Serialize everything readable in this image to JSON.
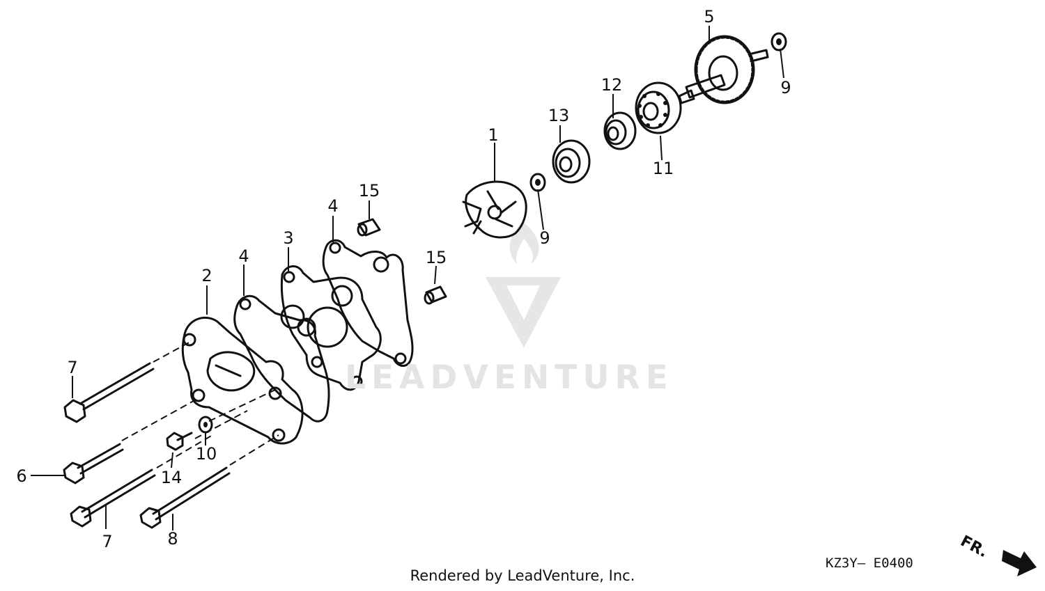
{
  "diagram": {
    "callouts": [
      {
        "id": "c1",
        "text": "1"
      },
      {
        "id": "c2",
        "text": "2"
      },
      {
        "id": "c3",
        "text": "3"
      },
      {
        "id": "c4a",
        "text": "4"
      },
      {
        "id": "c4b",
        "text": "4"
      },
      {
        "id": "c5",
        "text": "5"
      },
      {
        "id": "c6",
        "text": "6"
      },
      {
        "id": "c7a",
        "text": "7"
      },
      {
        "id": "c7b",
        "text": "7"
      },
      {
        "id": "c8",
        "text": "8"
      },
      {
        "id": "c9a",
        "text": "9"
      },
      {
        "id": "c9b",
        "text": "9"
      },
      {
        "id": "c10",
        "text": "10"
      },
      {
        "id": "c11",
        "text": "11"
      },
      {
        "id": "c12",
        "text": "12"
      },
      {
        "id": "c13",
        "text": "13"
      },
      {
        "id": "c14",
        "text": "14"
      },
      {
        "id": "c15a",
        "text": "15"
      },
      {
        "id": "c15b",
        "text": "15"
      }
    ],
    "code": "KZ3Y– E0400",
    "direction_label": "FR.",
    "credit": "Rendered by LeadVenture, Inc.",
    "watermark": "LEADVENTURE"
  }
}
